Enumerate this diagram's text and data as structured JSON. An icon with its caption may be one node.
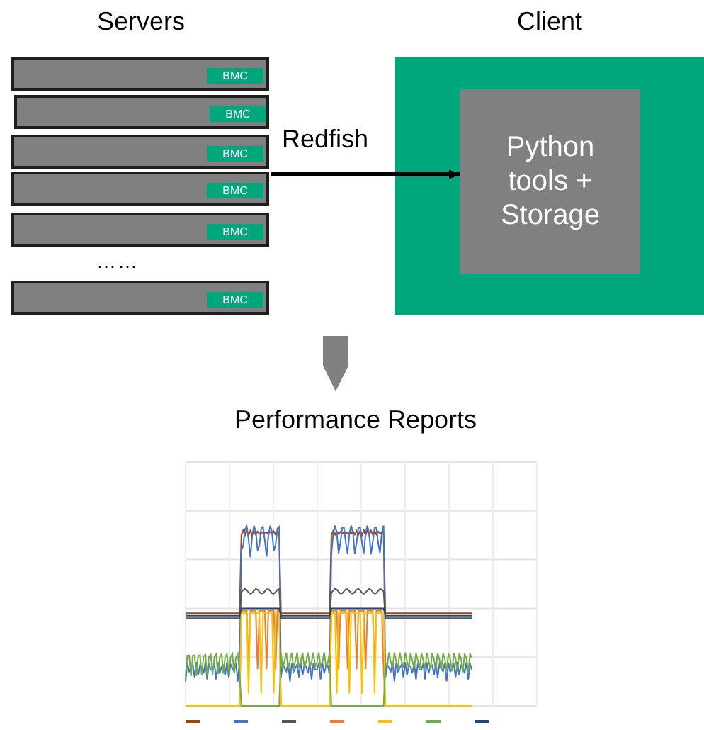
{
  "diagram": {
    "nodes": [
      {
        "text": [
          "Servers"
        ]
      },
      {
        "text": [],
        "shape": "box",
        "in": 0
      },
      {
        "text": [
          "BMC"
        ],
        "in": 1
      },
      {
        "text": [],
        "shape": "box",
        "in": 0
      },
      {
        "text": [
          "BMC"
        ],
        "in": 3
      },
      {
        "text": [],
        "shape": "box",
        "in": 0
      },
      {
        "text": [
          "BMC"
        ],
        "in": 5
      },
      {
        "text": [],
        "shape": "box",
        "in": 0
      },
      {
        "text": [
          "BMC"
        ],
        "in": 7
      },
      {
        "text": [],
        "shape": "box",
        "in": 0
      },
      {
        "text": [
          "BMC"
        ],
        "in": 9
      },
      {
        "text": [],
        "shape": "box",
        "in": 0
      },
      {
        "text": [
          "BMC"
        ],
        "in": 11
      },
      {
        "text": [
          "Client"
        ]
      },
      {
        "text": [
          "Python tools + Storage"
        ],
        "in": 13
      },
      {
        "text": [
          "Performance Reports"
        ]
      },
      {
        "text": [],
        "shape": "picture",
        "in": 15
      }
    ],
    "edges": [
      {
        "from": 0,
        "to": 14,
        "arrow": "to",
        "label": "Redfish"
      },
      {
        "from": null,
        "to": 15,
        "arrow": "to",
        "style": "thick",
        "color": "#808080"
      }
    ],
    "labels": [
      "……"
    ]
  }
}
